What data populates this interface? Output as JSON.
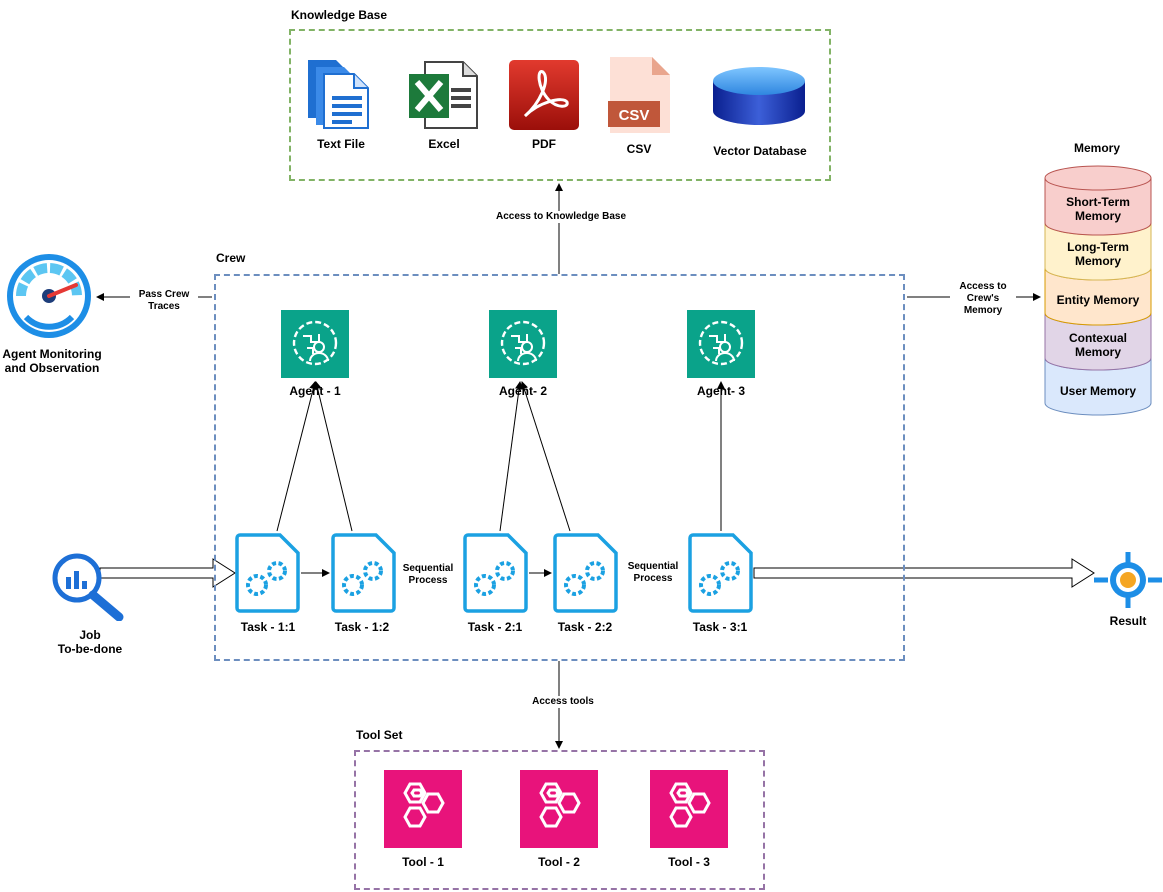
{
  "knowledge_base": {
    "title": "Knowledge Base",
    "items": [
      {
        "label": "Text File",
        "icon": "text-file-icon"
      },
      {
        "label": "Excel",
        "icon": "excel-icon"
      },
      {
        "label": "PDF",
        "icon": "pdf-icon"
      },
      {
        "label": "CSV",
        "icon": "csv-icon",
        "badge": "CSV"
      },
      {
        "label": "Vector Database",
        "icon": "vector-database-icon"
      }
    ],
    "access_label": "Access to Knowledge Base",
    "border_color": "#82b366"
  },
  "crew": {
    "title": "Crew",
    "border_color": "#6c8ebf",
    "agents": [
      {
        "label": "Agent - 1"
      },
      {
        "label": "Agent- 2"
      },
      {
        "label": "Agent- 3"
      }
    ],
    "tasks": [
      {
        "label": "Task - 1:1"
      },
      {
        "label": "Task - 1:2"
      },
      {
        "label": "Task - 2:1"
      },
      {
        "label": "Task - 2:2"
      },
      {
        "label": "Task - 3:1"
      }
    ],
    "sequential_labels": [
      "Sequential\nProcess",
      "Sequential\nProcess"
    ],
    "agent_color": "#0aa38a",
    "task_color": "#1ba1e2"
  },
  "monitoring": {
    "label": "Agent Monitoring\nand Observation",
    "pass_label": "Pass Crew\nTraces"
  },
  "job": {
    "label": "Job\nTo-be-done"
  },
  "result": {
    "label": "Result"
  },
  "memory": {
    "title": "Memory",
    "access_label": "Access to\nCrew's\nMemory",
    "layers": [
      {
        "label": "Short-Term\nMemory",
        "fill": "#f8cecc",
        "stroke": "#b85450"
      },
      {
        "label": "Long-Term\nMemory",
        "fill": "#fff2cc",
        "stroke": "#d6b656"
      },
      {
        "label": "Entity Memory",
        "fill": "#ffe6cc",
        "stroke": "#d79b00"
      },
      {
        "label": "Contexual\nMemory",
        "fill": "#e1d5e7",
        "stroke": "#9673a6"
      },
      {
        "label": "User Memory",
        "fill": "#dae8fc",
        "stroke": "#6c8ebf"
      }
    ]
  },
  "tool_set": {
    "title": "Tool Set",
    "access_label": "Access tools",
    "border_color": "#9673a6",
    "tool_color": "#e8137b",
    "tools": [
      {
        "label": "Tool - 1"
      },
      {
        "label": "Tool - 2"
      },
      {
        "label": "Tool - 3"
      }
    ]
  }
}
